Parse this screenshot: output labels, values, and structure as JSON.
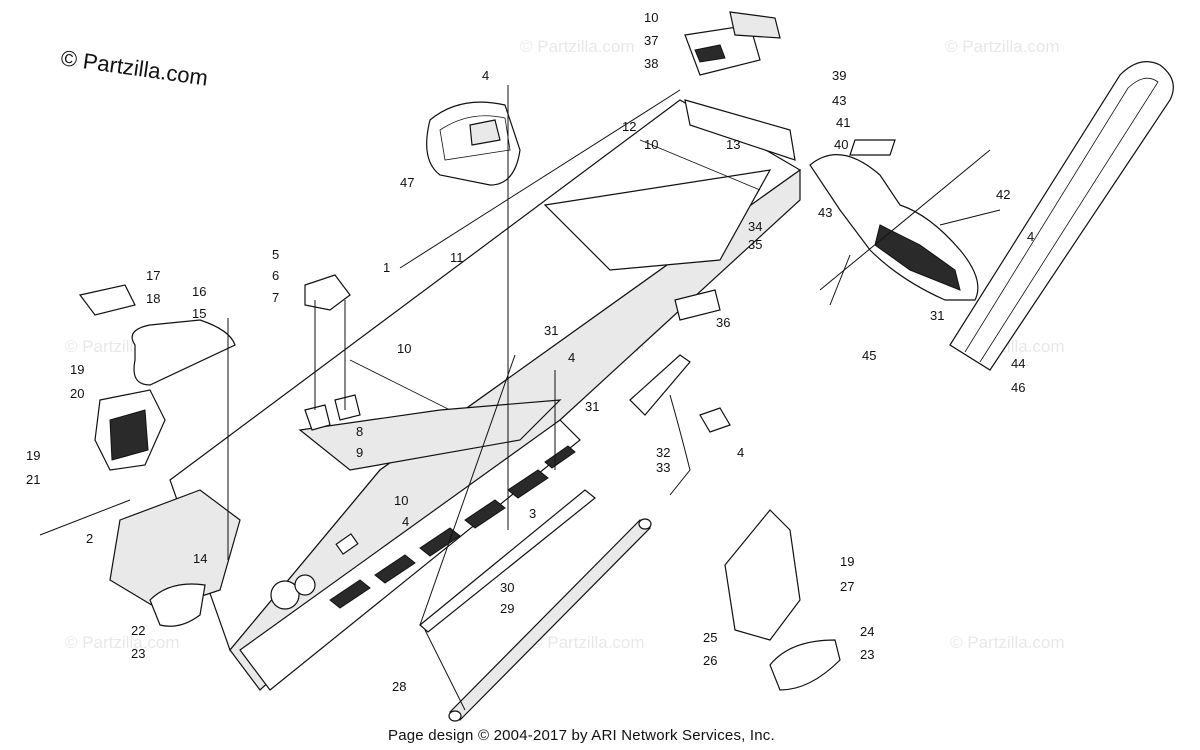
{
  "copyright": "© Partzilla.com",
  "watermark": "© Partzilla.com",
  "footer": "Page design © 2004-2017 by ARI Network Services, Inc.",
  "callouts": [
    "10",
    "37",
    "38",
    "39",
    "4",
    "12",
    "13",
    "43",
    "41",
    "40",
    "10",
    "47",
    "42",
    "43",
    "34",
    "35",
    "5",
    "6",
    "7",
    "17",
    "18",
    "16",
    "15",
    "1",
    "11",
    "31",
    "36",
    "4",
    "19",
    "20",
    "10",
    "4",
    "31",
    "45",
    "44",
    "46",
    "8",
    "9",
    "32",
    "33",
    "4",
    "19",
    "21",
    "2",
    "10",
    "4",
    "3",
    "14",
    "30",
    "29",
    "22",
    "23",
    "28",
    "19",
    "27",
    "25",
    "26",
    "24",
    "23",
    "31"
  ]
}
